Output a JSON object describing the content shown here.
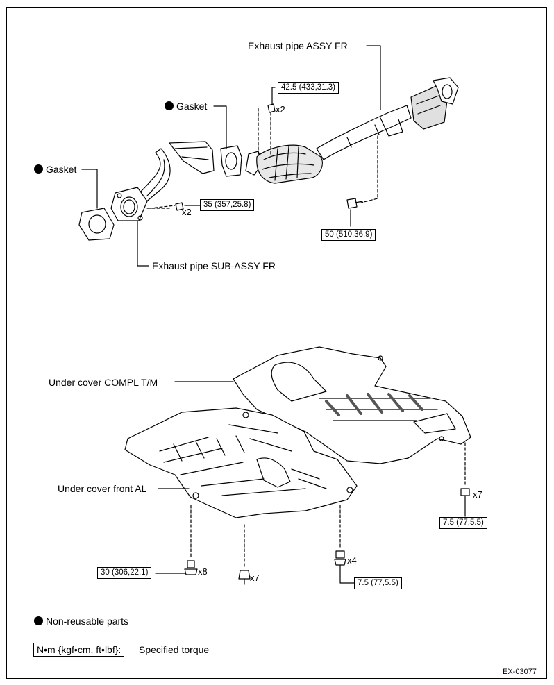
{
  "labels": {
    "exhaust_pipe_assy_fr": "Exhaust pipe ASSY FR",
    "exhaust_pipe_sub_assy_fr": "Exhaust pipe SUB-ASSY FR",
    "gasket_upper": "Gasket",
    "gasket_lower": "Gasket",
    "under_cover_compl": "Under cover COMPL T/M",
    "under_cover_front": "Under cover front AL"
  },
  "torques": {
    "t_42_5": "42.5 (433,31.3)",
    "t_35": "35 (357,25.8)",
    "t_50": "50 (510,36.9)",
    "t_7_5_right": "7.5 (77,5.5)",
    "t_30": "30 (306,22.1)",
    "t_7_5_center": "7.5 (77,5.5)"
  },
  "quantities": {
    "q_upper_nut": "x2",
    "q_flange_nut": "x2",
    "q_right_bolt": "x7",
    "q_left_bolt": "x8",
    "q_clip": "x7",
    "q_center_bolt": "x4"
  },
  "legend": {
    "non_reusable": "Non-reusable parts",
    "torque_units": "N•m {kgf•cm, ft•lbf}:",
    "torque_desc": "Specified torque"
  },
  "figure_id": "EX-03077"
}
